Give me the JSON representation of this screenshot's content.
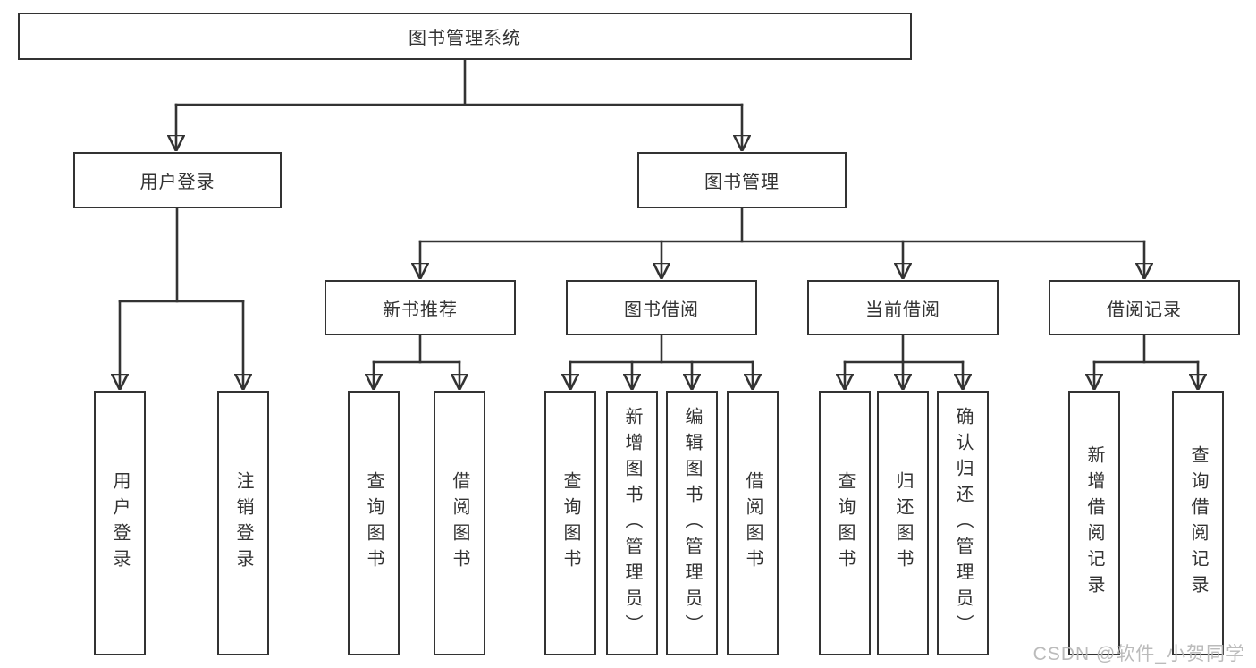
{
  "diagram_title": "图书管理系统",
  "nodes": {
    "root": "图书管理系统",
    "user_login": "用户登录",
    "book_management": "图书管理",
    "new_book_recommend": "新书推荐",
    "book_borrow": "图书借阅",
    "current_borrow": "当前借阅",
    "borrow_record": "借阅记录",
    "leaf_user_login": "用户登录",
    "leaf_logout": "注销登录",
    "leaf_nb_query": "查询图书",
    "leaf_nb_borrow": "借阅图书",
    "leaf_bb_query": "查询图书",
    "leaf_bb_add": "新增图书（管理员）",
    "leaf_bb_edit": "编辑图书（管理员）",
    "leaf_bb_borrow": "借阅图书",
    "leaf_cb_query": "查询图书",
    "leaf_cb_return": "归还图书",
    "leaf_cb_confirm": "确认归还（管理员）",
    "leaf_br_add": "新增借阅记录",
    "leaf_br_query": "查询借阅记录"
  },
  "structure": {
    "root": "图书管理系统",
    "children": [
      {
        "label": "用户登录",
        "children": [
          "用户登录",
          "注销登录"
        ]
      },
      {
        "label": "图书管理",
        "children": [
          {
            "label": "新书推荐",
            "children": [
              "查询图书",
              "借阅图书"
            ]
          },
          {
            "label": "图书借阅",
            "children": [
              "查询图书",
              "新增图书（管理员）",
              "编辑图书（管理员）",
              "借阅图书"
            ]
          },
          {
            "label": "当前借阅",
            "children": [
              "查询图书",
              "归还图书",
              "确认归还（管理员）"
            ]
          },
          {
            "label": "借阅记录",
            "children": [
              "新增借阅记录",
              "查询借阅记录"
            ]
          }
        ]
      }
    ]
  },
  "colors": {
    "line": "#333333",
    "text": "#333333",
    "box_fill": "#ffffff",
    "watermark": "#b7b7b7"
  },
  "watermark": "CSDN @软件_小贺同学"
}
